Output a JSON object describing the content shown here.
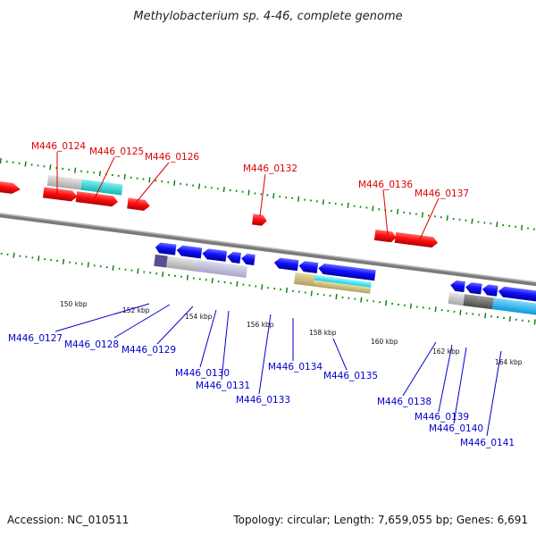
{
  "title": "Methylobacterium sp. 4-46, complete genome",
  "footer": {
    "accession": "Accession: NC_010511",
    "summary": "Topology: circular; Length: 7,659,055 bp; Genes: 6,691"
  },
  "colors": {
    "forward_gene": "#ff0000",
    "reverse_gene": "#0000ff",
    "backbone": "#808080",
    "tick": "#008000",
    "label_top": "#dd0000",
    "label_bottom": "#0000cc"
  },
  "scale_ticks": [
    "150 kbp",
    "152 kbp",
    "154 kbp",
    "156 kbp",
    "158 kbp",
    "160 kbp",
    "162 kbp",
    "164 kbp"
  ],
  "top_labels": [
    "M446_0124",
    "M446_0125",
    "M446_0126",
    "M446_0132",
    "M446_0136",
    "M446_0137"
  ],
  "bottom_labels": [
    "M446_0127",
    "M446_0128",
    "M446_0129",
    "M446_0130",
    "M446_0131",
    "M446_0133",
    "M446_0134",
    "M446_0135",
    "M446_0138",
    "M446_0139",
    "M446_0140",
    "M446_0141"
  ],
  "legend_icons": [
    "forward-gene-arrow-icon",
    "reverse-gene-arrow-icon"
  ]
}
